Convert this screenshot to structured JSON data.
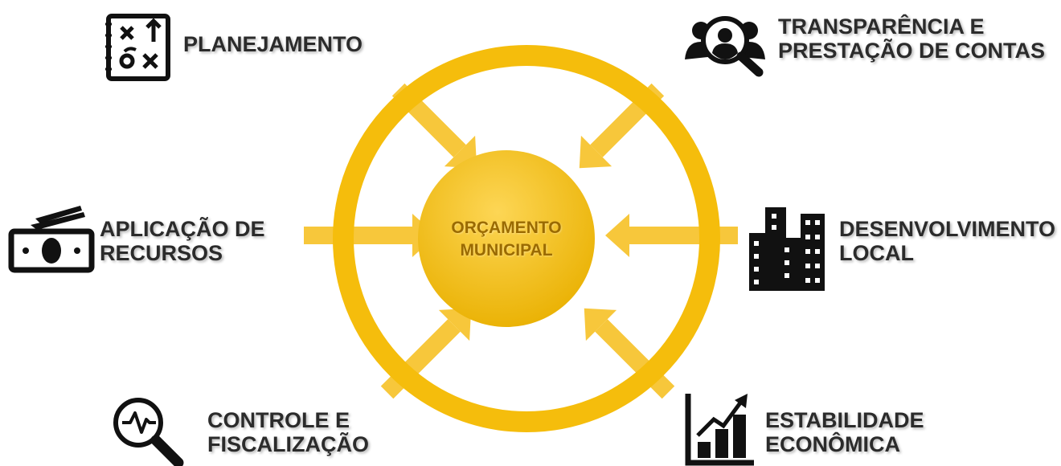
{
  "diagram": {
    "center": {
      "line1": "ORÇAMENTO",
      "line2": "MUNICIPAL"
    },
    "colors": {
      "ring": "#f5bd0c",
      "arrow": "#f6c22a",
      "core_light": "#fcd049",
      "core_dark": "#e8b000",
      "text": "#2b2b2b",
      "center_text": "#9a6a00"
    },
    "items": {
      "planejamento": {
        "line1": "PLANEJAMENTO",
        "icon": "strategy-board-icon"
      },
      "transparencia": {
        "line1": "TRANSPARÊNCIA E",
        "line2": "PRESTAÇÃO DE CONTAS",
        "icon": "people-search-icon"
      },
      "aplicacao": {
        "line1": "APLICAÇÃO DE",
        "line2": "RECURSOS",
        "icon": "money-icon"
      },
      "desenvolvimento": {
        "line1": "DESENVOLVIMENTO",
        "line2": "LOCAL",
        "icon": "buildings-icon"
      },
      "controle": {
        "line1": "CONTROLE E",
        "line2": "FISCALIZAÇÃO",
        "icon": "magnifier-pulse-icon"
      },
      "estabilidade": {
        "line1": "ESTABILIDADE",
        "line2": "ECONÔMICA",
        "icon": "growth-chart-icon"
      }
    }
  }
}
